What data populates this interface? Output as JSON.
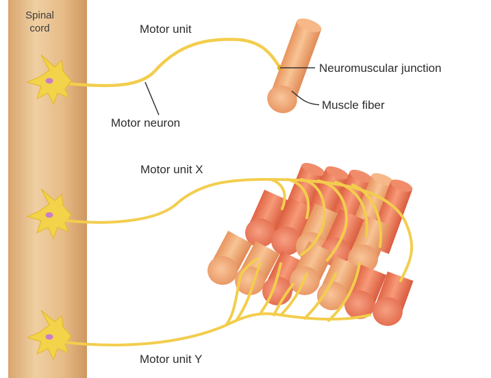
{
  "labels": {
    "spinal_cord_line1": "Spinal",
    "spinal_cord_line2": "cord",
    "motor_unit": "Motor unit",
    "motor_neuron": "Motor neuron",
    "neuromuscular_junction": "Neuromuscular junction",
    "muscle_fiber": "Muscle fiber",
    "motor_unit_x": "Motor unit X",
    "motor_unit_y": "Motor unit Y"
  },
  "colors": {
    "spinal_cord": "#e7bf8e",
    "neuron_body": "#f2d34a",
    "neuron_nucleus": "#c77dc9",
    "axon": "#f3cd4d",
    "fiber_light": "#f5b07a",
    "fiber_red": "#ef7f5c",
    "fiber_end": "#f29a6a"
  }
}
